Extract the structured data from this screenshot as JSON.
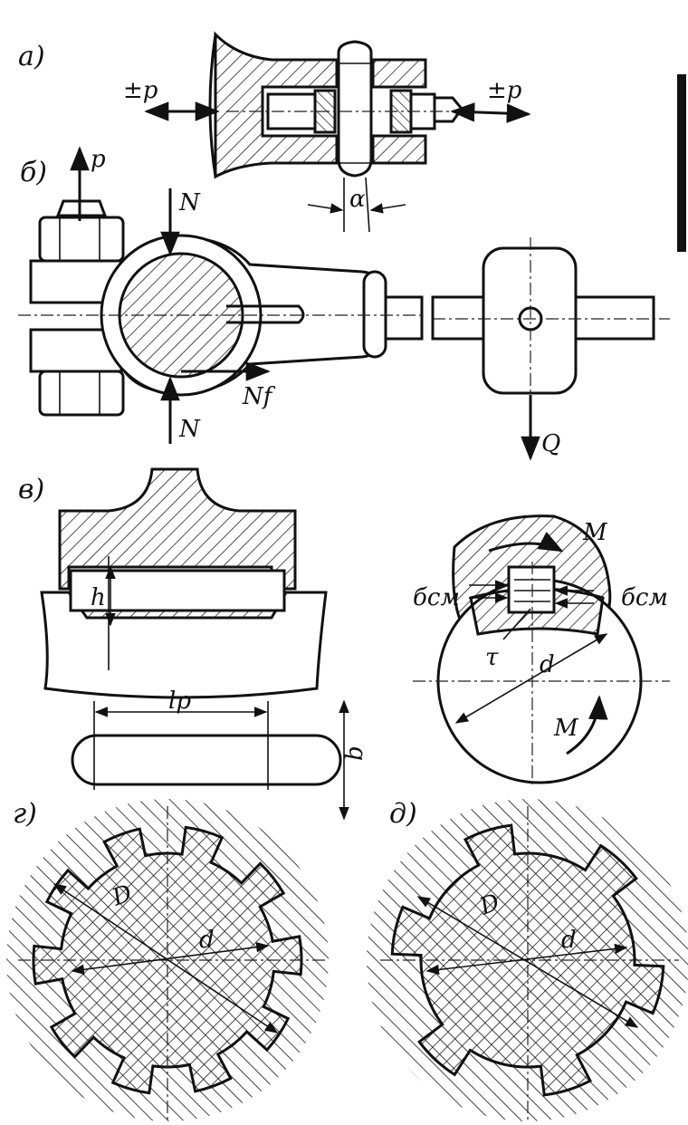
{
  "panels": [
    {
      "id": "a",
      "label": "a)",
      "force_left": "±p",
      "force_right": "±p",
      "angle": "α"
    },
    {
      "id": "b",
      "label": "б)",
      "force_p": "p",
      "normal_top": "N",
      "normal_bottom": "N",
      "friction": "Nf",
      "load": "Q"
    },
    {
      "id": "v",
      "label": "в)",
      "height": "h",
      "length": "lp",
      "width": "b",
      "moment_top": "M",
      "moment_bottom": "M",
      "crush_left": "бсм",
      "crush_right": "бсм",
      "shear": "τ",
      "diameter": "d"
    },
    {
      "id": "g",
      "label": "г)",
      "outer": "D",
      "inner": "d"
    },
    {
      "id": "d",
      "label": "д)",
      "outer": "D",
      "inner": "d"
    }
  ]
}
